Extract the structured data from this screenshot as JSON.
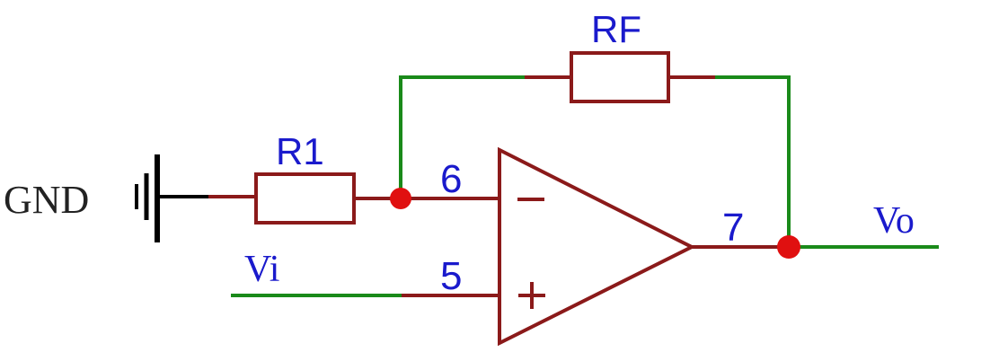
{
  "diagram": {
    "labels": {
      "gnd": "GND",
      "r1": "R1",
      "rf": "RF",
      "pin_inverting": "6",
      "pin_noninverting": "5",
      "pin_output": "7",
      "vi": "Vi",
      "vo": "Vo",
      "minus_sign": "−",
      "plus_sign": "+"
    },
    "colors": {
      "wire": "#1a8a1a",
      "component": "#8b1a1a",
      "junction": "#e01010",
      "pin_label": "#1a1acc",
      "net_label": "#1a1acc",
      "ground": "#000000",
      "ref_label": "#1a1acc",
      "text_dark": "#222222"
    }
  }
}
